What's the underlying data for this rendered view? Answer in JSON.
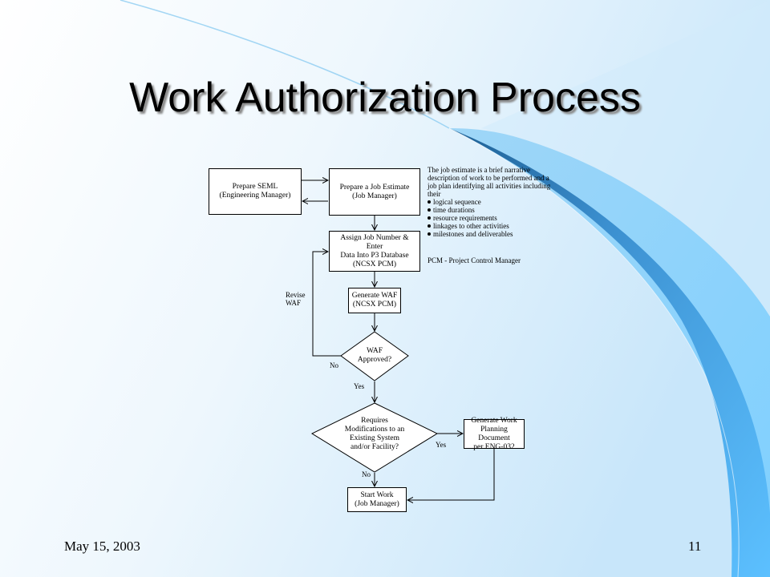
{
  "slide": {
    "title": "Work Authorization Process",
    "date": "May 15, 2003",
    "page_number": "11"
  },
  "flowchart": {
    "prepare_seml": "Prepare SEML\n(Engineering Manager)",
    "prepare_job_estimate": "Prepare a Job Estimate\n(Job Manager)",
    "assign_job_number": "Assign Job Number & Enter\nData Into P3 Database\n(NCSX PCM)",
    "generate_waf": "Generate WAF\n(NCSX PCM)",
    "waf_approved": "WAF\nApproved?",
    "requires_modifications": "Requires\nModifications to an\nExisting System\nand/or Facility?",
    "generate_work_planning": "Generate Work\nPlanning Document\nper ENG-032",
    "start_work": "Start Work\n(Job Manager)",
    "label_revise_waf": "Revise\nWAF",
    "label_no_1": "No",
    "label_yes_1": "Yes",
    "label_yes_2": "Yes",
    "label_no_2": "No"
  },
  "note": {
    "intro": "The job estimate is a brief narrative description of work to be performed and a job plan identifying all activities including their",
    "items": [
      "logical sequence",
      "time durations",
      "resource requirements",
      "linkages to other activities",
      "milestones and deliverables"
    ],
    "pcm_definition": "PCM - Project Control Manager"
  },
  "colors": {
    "background_light": "#ffffff",
    "background_sky": "#cfe8f8",
    "swoosh_dark": "#2f7fb8",
    "swoosh_light": "#66c8ff"
  }
}
